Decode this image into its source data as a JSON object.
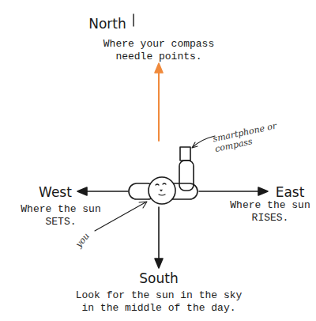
{
  "diagram": {
    "labels": [
      "North",
      "Where your compass needle points.",
      "West",
      "Where the sun SETS.",
      "East",
      "Where the sun RISES.",
      "South",
      "Look for the sun in the sky in the middle of the day.",
      "smartphone or compass",
      "you"
    ]
  }
}
